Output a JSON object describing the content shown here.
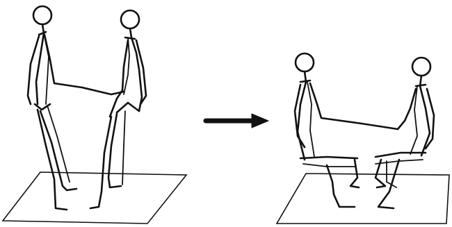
{
  "figure": {
    "panels": [
      {
        "state": "standing",
        "figures": 2
      },
      {
        "state": "sitting",
        "figures": 2
      }
    ],
    "arrow": {
      "direction": "right",
      "color": "#111111"
    },
    "line_color": "#111111",
    "background": "#ffffff"
  }
}
